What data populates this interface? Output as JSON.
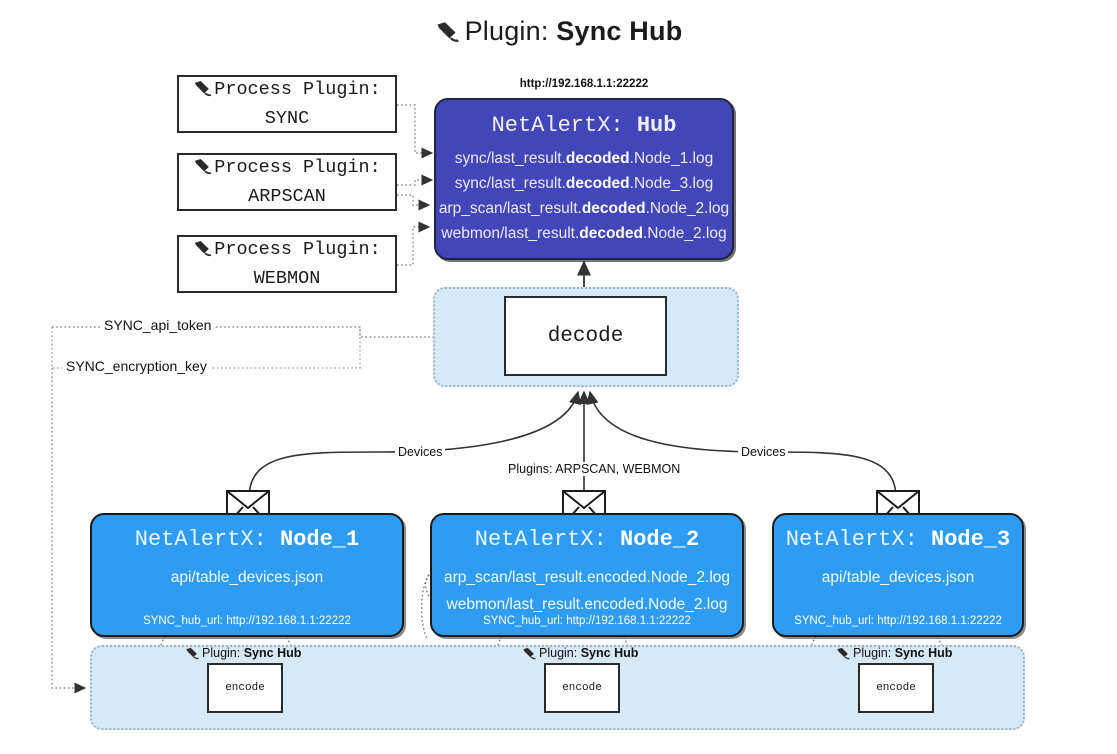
{
  "title": {
    "prefix": "Plugin:",
    "name": "Sync Hub",
    "icon": "plug-icon"
  },
  "process_plugins": [
    {
      "line1": "Process Plugin:",
      "line2": "SYNC",
      "icon": "plug-icon"
    },
    {
      "line1": "Process Plugin:",
      "line2": "ARPSCAN",
      "icon": "plug-icon"
    },
    {
      "line1": "Process Plugin:",
      "line2": "WEBMON",
      "icon": "plug-icon"
    }
  ],
  "hub": {
    "url": "http://192.168.1.1:22222",
    "title_prefix": "NetAlertX:",
    "title_name": "Hub",
    "color": "#4146b8",
    "lines": [
      {
        "pre": "sync/last_result.",
        "bold": "decoded",
        "post": ".Node_1.log"
      },
      {
        "pre": "sync/last_result.",
        "bold": "decoded",
        "post": ".Node_3.log"
      },
      {
        "pre": "arp_scan/last_result.",
        "bold": "decoded",
        "post": ".Node_2.log"
      },
      {
        "pre": "webmon/last_result.",
        "bold": "decoded",
        "post": ".Node_2.log"
      }
    ]
  },
  "decode": {
    "label": "decode",
    "container_color": "#d6e9f8"
  },
  "keys": {
    "api_token": "SYNC_api_token",
    "encryption_key": "SYNC_encryption_key"
  },
  "edge_labels": {
    "devices_left": "Devices",
    "plugins_mid": "Plugins: ARPSCAN, WEBMON",
    "devices_right": "Devices"
  },
  "nodes": [
    {
      "title_prefix": "NetAlertX:",
      "title_name": "Node_1",
      "color": "#2e9cf3",
      "icon": "envelope-icon",
      "lines": [
        {
          "pre": "api/table_devices.json",
          "bold": "",
          "post": ""
        }
      ],
      "footer": "SYNC_hub_url: http://192.168.1.1:22222"
    },
    {
      "title_prefix": "NetAlertX:",
      "title_name": "Node_2",
      "color": "#2e9cf3",
      "icon": "envelope-icon",
      "lines": [
        {
          "pre": "arp_scan/last_result.encoded.Node_2.log",
          "bold": "",
          "post": ""
        },
        {
          "pre": "webmon/last_result.encoded.Node_2.log",
          "bold": "",
          "post": ""
        }
      ],
      "footer": "SYNC_hub_url: http://192.168.1.1:22222"
    },
    {
      "title_prefix": "NetAlertX:",
      "title_name": "Node_3",
      "color": "#2e9cf3",
      "icon": "envelope-icon",
      "lines": [
        {
          "pre": "api/table_devices.json",
          "bold": "",
          "post": ""
        }
      ],
      "footer": "SYNC_hub_url: http://192.168.1.1:22222"
    }
  ],
  "encode_groups": [
    {
      "label_prefix": "Plugin:",
      "label_name": "Sync Hub",
      "box": "encode",
      "icon": "plug-icon"
    },
    {
      "label_prefix": "Plugin:",
      "label_name": "Sync Hub",
      "box": "encode",
      "icon": "plug-icon"
    },
    {
      "label_prefix": "Plugin:",
      "label_name": "Sync Hub",
      "box": "encode",
      "icon": "plug-icon"
    }
  ]
}
